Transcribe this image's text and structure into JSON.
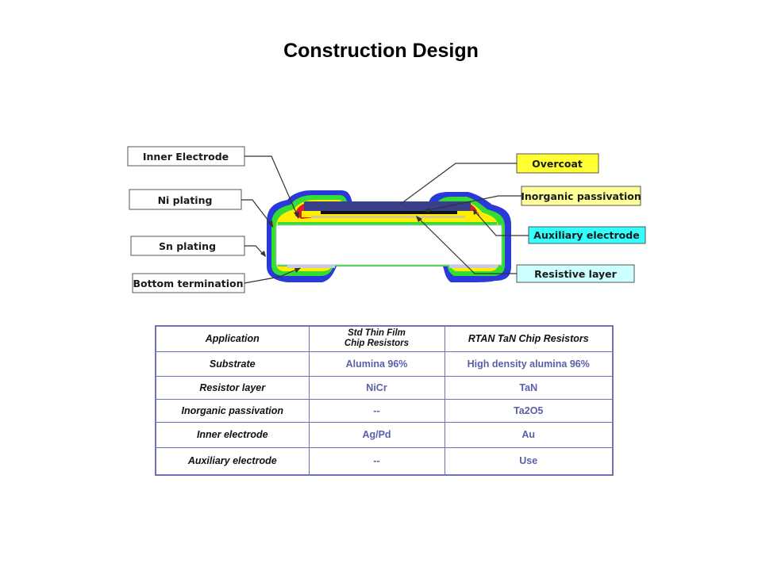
{
  "title": "Construction Design",
  "diagram": {
    "labels_left": [
      "Inner Electrode",
      "Ni plating",
      "Sn plating",
      "Bottom termination"
    ],
    "labels_right": [
      "Overcoat",
      "Inorganic passivation",
      "Auxiliary electrode",
      "Resistive layer"
    ],
    "colors": {
      "overcoat_label": "#ffff33",
      "inorganic_passivation_label": "#ffff99",
      "auxiliary_electrode_label": "#33ffff",
      "resistive_layer_label": "#ccffff",
      "sn_plating": "#2a3ad8",
      "ni_plating": "#33dd33",
      "inner_electrode": "#ffee00",
      "auxiliary_electrode": "#d92020",
      "overcoat": "#3a3f8a"
    }
  },
  "table": {
    "header": {
      "application": "Application",
      "std_line1": "Std Thin Film",
      "std_line2": "Chip Resistors",
      "rtan": "RTAN TaN Chip Resistors"
    },
    "rows": [
      {
        "label": "Substrate",
        "std": "Alumina  96%",
        "rtan": "High density alumina  96%"
      },
      {
        "label": "Resistor layer",
        "std": "NiCr",
        "rtan": "TaN"
      },
      {
        "label": "Inorganic passivation",
        "std": "--",
        "rtan": "Ta2O5"
      },
      {
        "label": "Inner electrode",
        "std": "Ag/Pd",
        "rtan": "Au"
      },
      {
        "label": "Auxiliary electrode",
        "std": "--",
        "rtan": "Use"
      }
    ]
  }
}
